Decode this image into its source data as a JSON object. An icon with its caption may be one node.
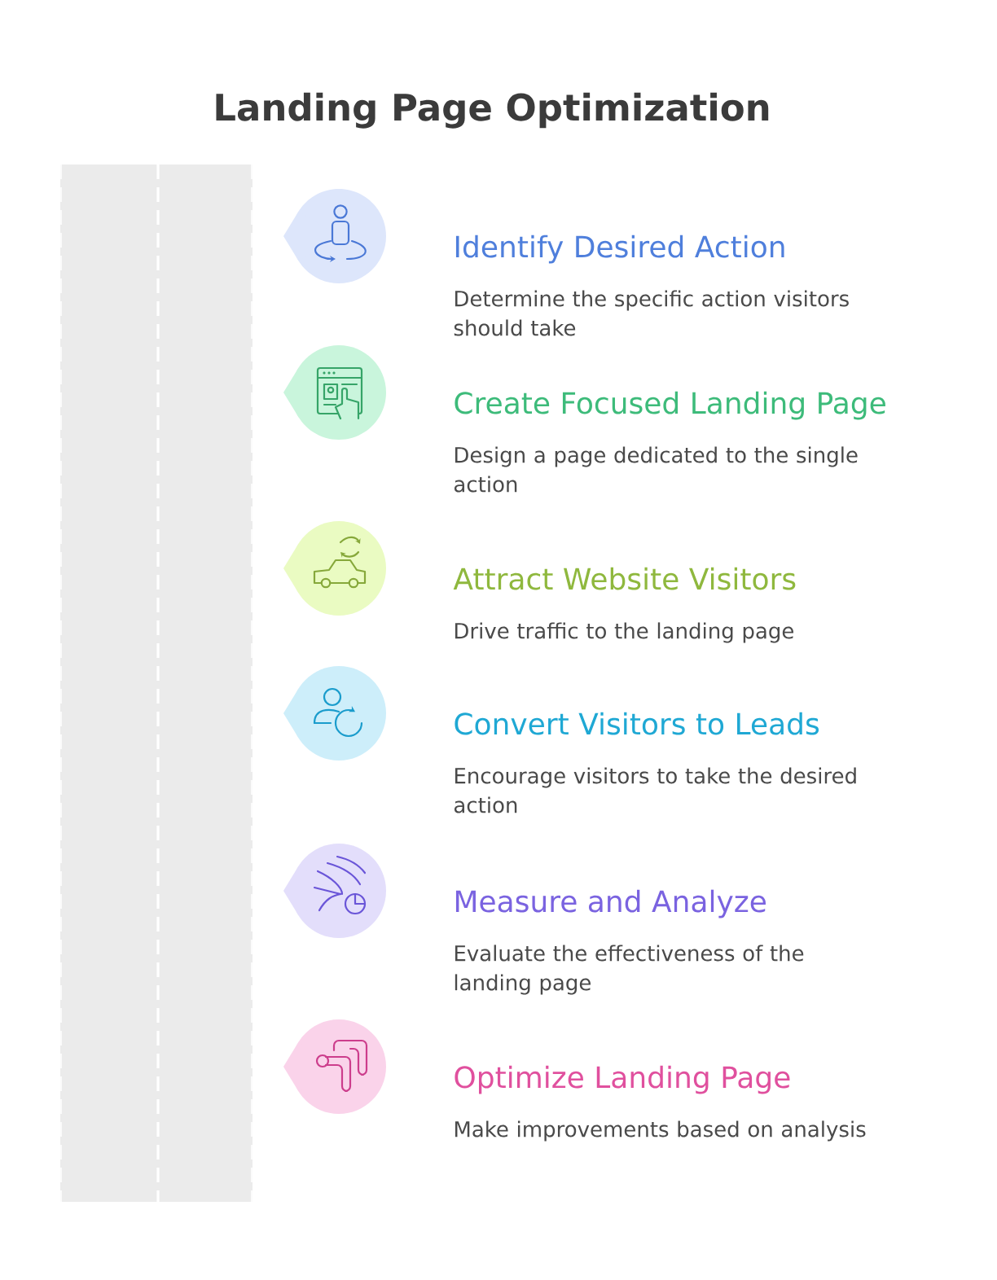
{
  "diagram": {
    "title": "Landing Page Optimization",
    "nodes": [
      {
        "text": [
          "Identify Desired Action",
          "Determine the specific action visitors should take"
        ]
      },
      {
        "text": [
          "Create Focused Landing Page",
          "Design a page dedicated to the single action"
        ]
      },
      {
        "text": [
          "Attract Website Visitors",
          "Drive traffic to the landing page"
        ]
      },
      {
        "text": [
          "Convert Visitors to Leads",
          "Encourage visitors to take the desired action"
        ]
      },
      {
        "text": [
          "Measure and Analyze",
          "Evaluate the effectiveness of the landing page"
        ]
      },
      {
        "text": [
          "Optimize Landing Page",
          "Make improvements based on analysis"
        ]
      }
    ]
  }
}
